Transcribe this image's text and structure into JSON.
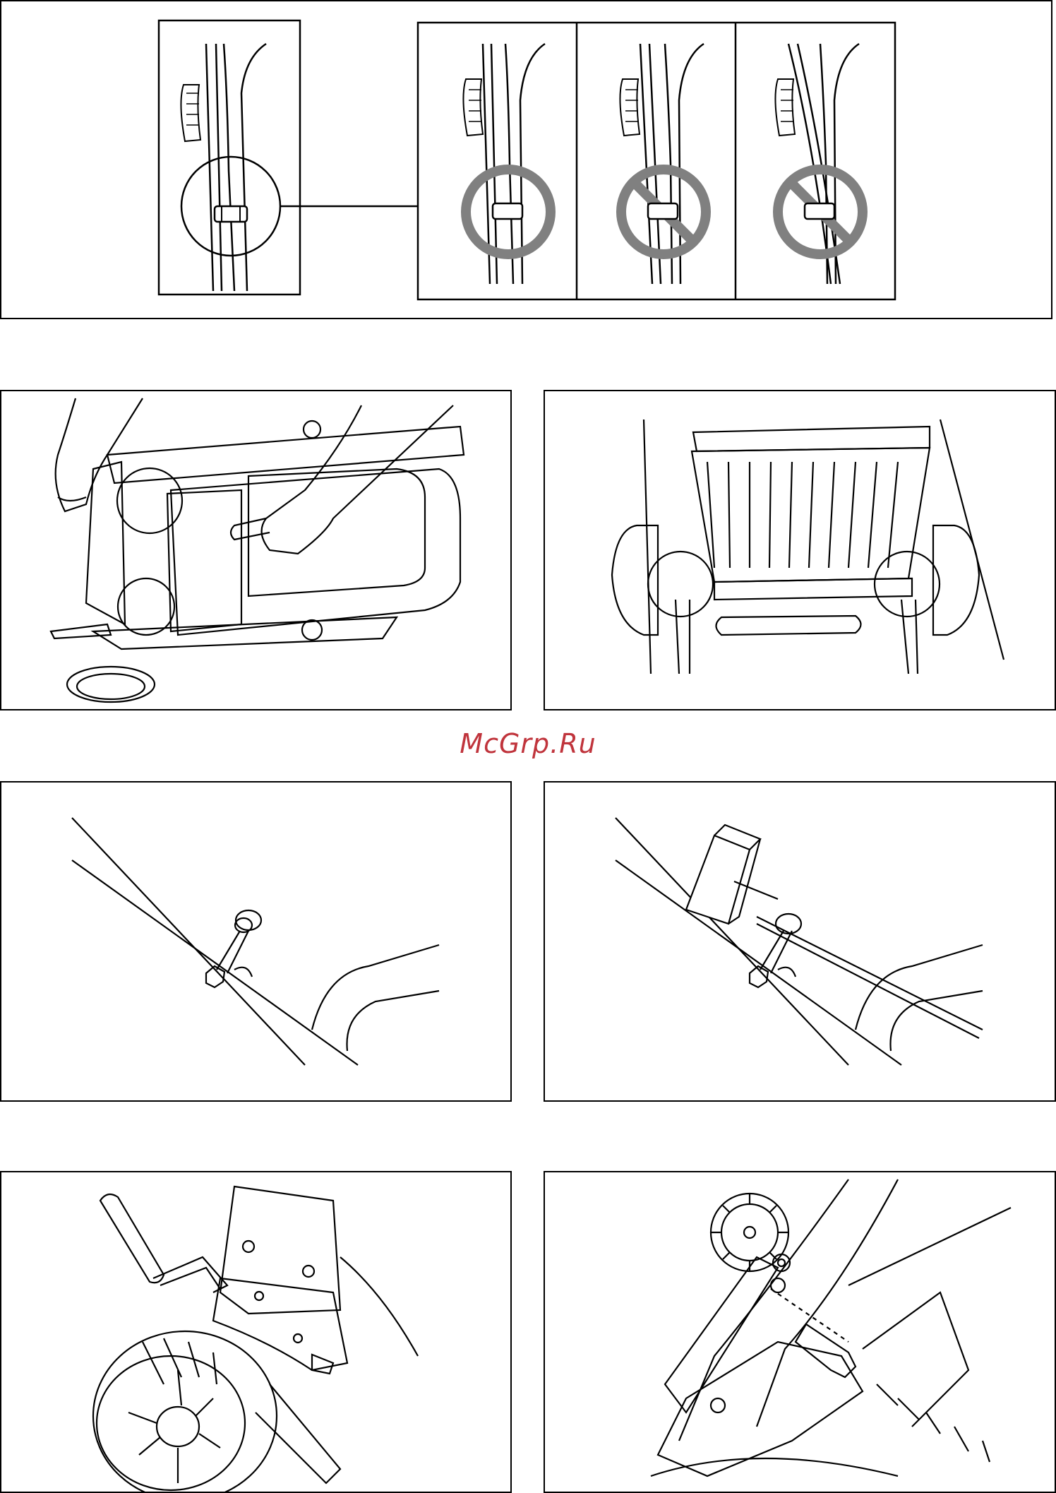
{
  "watermark": {
    "text": "McGrp.Ru"
  },
  "colors": {
    "line": "#000000",
    "indicator": "#808080",
    "watermark": "#c0343c"
  },
  "figures": [
    {
      "id": "cable-clip-routing",
      "icons": [
        "handle-bar-icon",
        "cable-clip-icon",
        "correct-circle-icon",
        "prohibited-circle-icon",
        "prohibited-circle-icon"
      ]
    },
    {
      "id": "grass-bag-attach",
      "icons": [
        "hands-icon",
        "mower-icon",
        "grass-bag-icon"
      ]
    },
    {
      "id": "rear-flap-hooks",
      "icons": [
        "mower-rear-icon",
        "hook-detail-icon"
      ]
    },
    {
      "id": "cable-clip-on-handle",
      "icons": [
        "handle-tube-icon",
        "cable-clip-icon"
      ]
    },
    {
      "id": "cable-clip-mallet",
      "icons": [
        "mallet-icon",
        "cable-clip-icon",
        "cable-icon"
      ]
    },
    {
      "id": "height-adjust-lever",
      "icons": [
        "wheel-icon",
        "lever-icon"
      ]
    },
    {
      "id": "handle-knob-bolt",
      "icons": [
        "knob-icon",
        "bolt-icon",
        "washer-icon"
      ]
    }
  ]
}
